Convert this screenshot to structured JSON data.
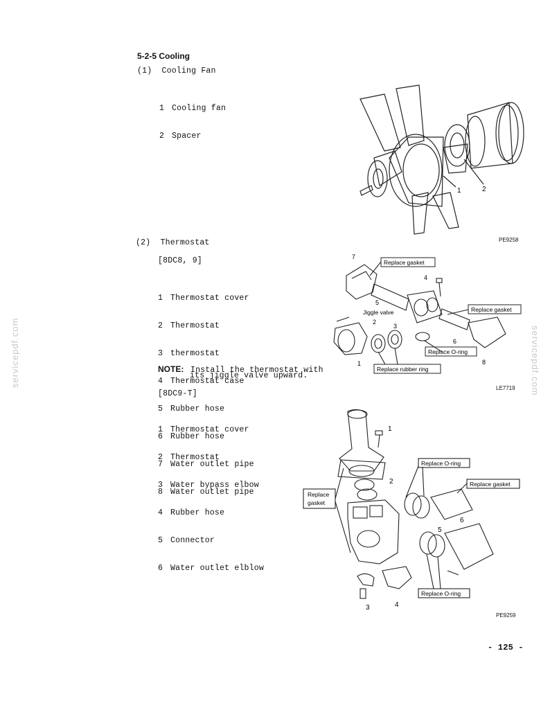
{
  "section_title": "5-2-5 Cooling",
  "fan": {
    "heading": "(1)  Cooling Fan",
    "items": [
      {
        "num": "1",
        "label": "Cooling fan"
      },
      {
        "num": "2",
        "label": "Spacer"
      }
    ],
    "figure_code": "PE9258",
    "callouts": [
      "1",
      "2"
    ]
  },
  "thermostat": {
    "heading": "(2)  Thermostat",
    "group_a": {
      "model": "[8DC8, 9]",
      "items": [
        {
          "num": "1",
          "label": "Thermostat cover"
        },
        {
          "num": "2",
          "label": "Thermostat"
        },
        {
          "num": "3",
          "label": "thermostat"
        },
        {
          "num": "4",
          "label": "Thermostat case"
        },
        {
          "num": "5",
          "label": "Rubber hose"
        },
        {
          "num": "6",
          "label": "Rubber hose"
        },
        {
          "num": "7",
          "label": "Water outlet pipe"
        },
        {
          "num": "8",
          "label": "Water outlet pipe"
        }
      ],
      "note_label": "NOTE:",
      "note_line1": "Install the thermostat with",
      "note_line2": "its jiggle valve upward.",
      "figure_code": "LE7719",
      "labels": {
        "replace_gasket_top": "Replace gasket",
        "jiggle_valve": "Jiggle valve",
        "replace_gasket_right": "Replace gasket",
        "replace_oring": "Replace O-ring",
        "replace_rubber_ring": "Replace rubber ring"
      },
      "callouts": [
        "7",
        "4",
        "5",
        "2",
        "3",
        "6",
        "1",
        "8"
      ]
    },
    "group_b": {
      "model": "[8DC9-T]",
      "items": [
        {
          "num": "1",
          "label": "Thermostat cover"
        },
        {
          "num": "2",
          "label": "Thermostat"
        },
        {
          "num": "3",
          "label": "Water bypass elbow"
        },
        {
          "num": "4",
          "label": "Rubber hose"
        },
        {
          "num": "5",
          "label": "Connector"
        },
        {
          "num": "6",
          "label": "Water outlet elblow"
        }
      ],
      "figure_code": "PE9259",
      "labels": {
        "replace_oring_top": "Replace O-ring",
        "replace_gasket_right": "Replace gasket",
        "replace_gasket_left_1": "Replace",
        "replace_gasket_left_2": "gasket",
        "replace_oring_bottom": "Replace O-ring"
      },
      "callouts": [
        "1",
        "2",
        "5",
        "6",
        "3",
        "4"
      ]
    }
  },
  "page_number": "- 125 -",
  "watermark": "servicepdf.com"
}
